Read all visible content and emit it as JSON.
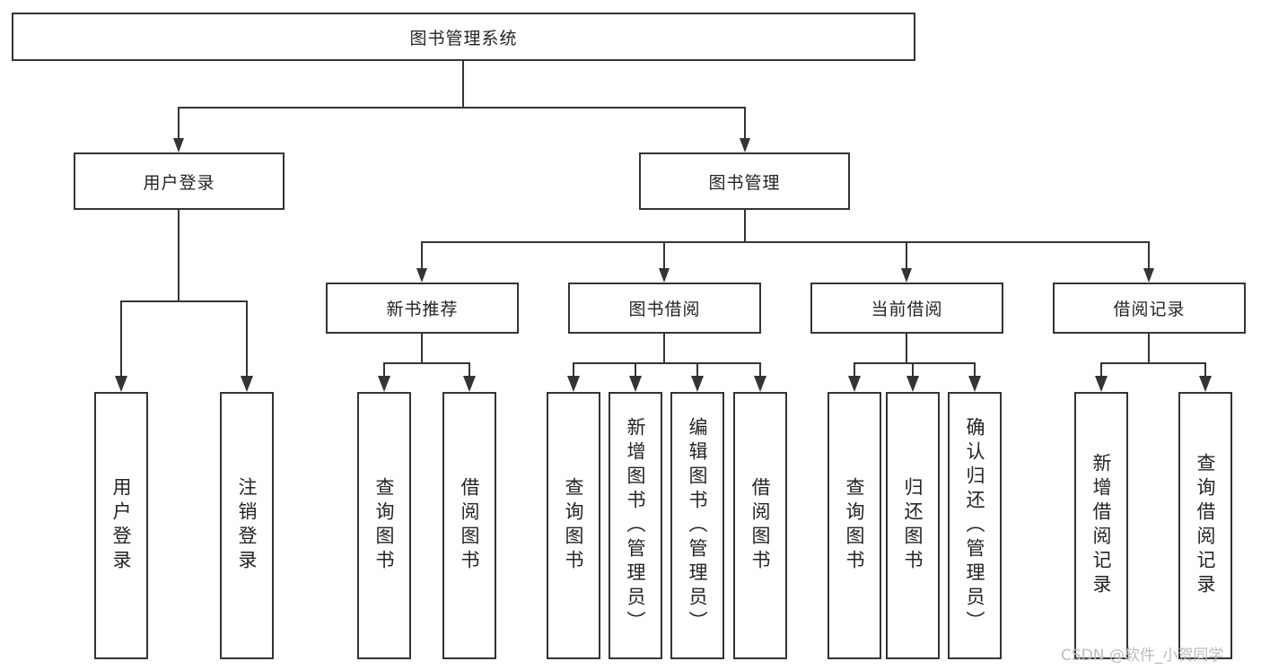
{
  "diagram": {
    "root": "图书管理系统",
    "level2": {
      "user_login": "用户登录",
      "book_mgmt": "图书管理"
    },
    "level3": {
      "new_book_rec": "新书推荐",
      "book_borrow": "图书借阅",
      "current_borrow": "当前借阅",
      "borrow_record": "借阅记录"
    },
    "leaves": {
      "user_login": [
        "用户登录",
        "注销登录"
      ],
      "new_book_rec": [
        "查询图书",
        "借阅图书"
      ],
      "book_borrow": [
        "查询图书",
        "新增图书（管理员）",
        "编辑图书（管理员）",
        "借阅图书"
      ],
      "current_borrow": [
        "查询图书",
        "归还图书",
        "确认归还（管理员）"
      ],
      "borrow_record": [
        "新增借阅记录",
        "查询借阅记录"
      ]
    }
  },
  "watermark": "CSDN @软件_小贺同学",
  "colors": {
    "line": "#343434",
    "border": "#343434",
    "text": "#242424",
    "watermark": "#bcbcbc",
    "background": "#ffffff"
  }
}
